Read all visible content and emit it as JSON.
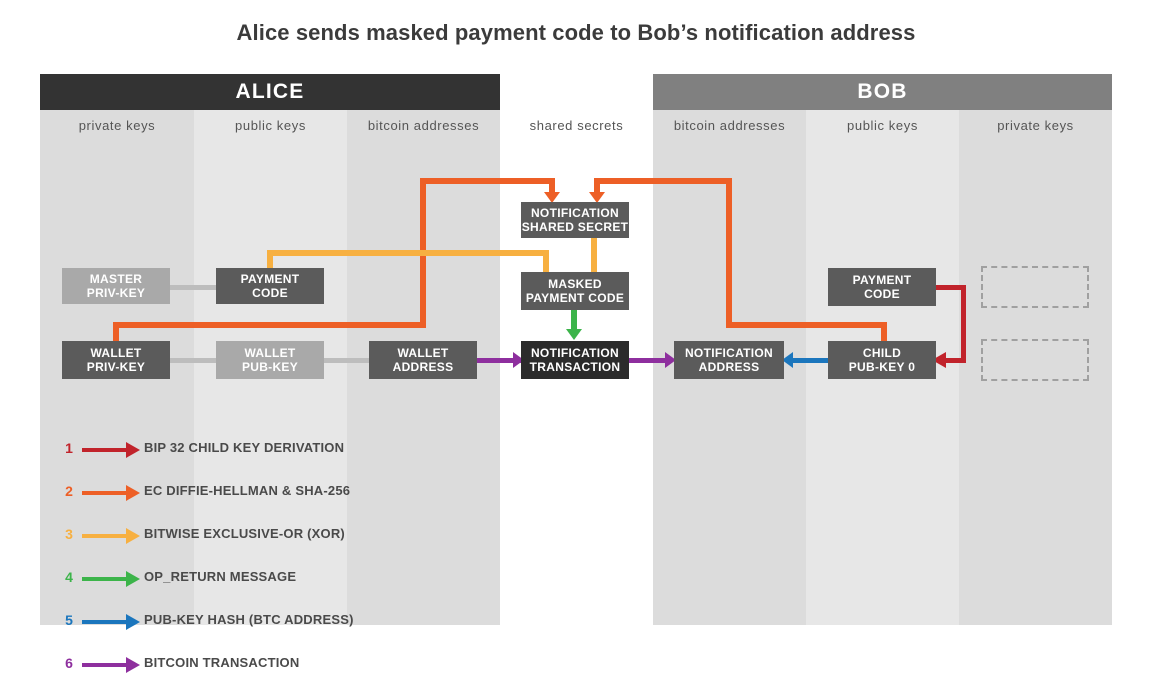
{
  "title": "Alice sends masked payment code to Bob’s notification address",
  "colors": {
    "red": "#c1232b",
    "orange": "#ed5f26",
    "amber": "#f7b041",
    "green": "#3cb44a",
    "blue": "#1b76bd",
    "purple": "#8e2f9e",
    "node_dark": "#5b5b5b",
    "node_light": "#a9a9a9",
    "node_black": "#2b2b2b",
    "band_dark": "#dcdcdc",
    "band_light": "#e7e7e7",
    "header_alice": "#333333",
    "header_bob": "#808080",
    "connector_gray": "#bdbdbd"
  },
  "headers": {
    "alice": "ALICE",
    "bob": "BOB"
  },
  "column_headers": [
    {
      "label": "private keys",
      "owner": "alice"
    },
    {
      "label": "public keys",
      "owner": "alice"
    },
    {
      "label": "bitcoin addresses",
      "owner": "alice"
    },
    {
      "label": "shared secrets",
      "owner": "shared"
    },
    {
      "label": "bitcoin addresses",
      "owner": "bob"
    },
    {
      "label": "public keys",
      "owner": "bob"
    },
    {
      "label": "private keys",
      "owner": "bob"
    }
  ],
  "nodes": [
    {
      "id": "alice-master-priv-key",
      "line1": "MASTER",
      "line2": "PRIV-KEY",
      "style": "light"
    },
    {
      "id": "alice-payment-code",
      "line1": "PAYMENT",
      "line2": "CODE",
      "style": "dark"
    },
    {
      "id": "alice-wallet-priv-key",
      "line1": "WALLET",
      "line2": "PRIV-KEY",
      "style": "dark"
    },
    {
      "id": "alice-wallet-pub-key",
      "line1": "WALLET",
      "line2": "PUB-KEY",
      "style": "light"
    },
    {
      "id": "alice-wallet-address",
      "line1": "WALLET",
      "line2": "ADDRESS",
      "style": "dark"
    },
    {
      "id": "notification-shared-secret",
      "line1": "NOTIFICATION",
      "line2": "SHARED SECRET",
      "style": "dark"
    },
    {
      "id": "masked-payment-code",
      "line1": "MASKED",
      "line2": "PAYMENT CODE",
      "style": "dark"
    },
    {
      "id": "notification-transaction",
      "line1": "NOTIFICATION",
      "line2": "TRANSACTION",
      "style": "black"
    },
    {
      "id": "bob-notification-address",
      "line1": "NOTIFICATION",
      "line2": "ADDRESS",
      "style": "dark"
    },
    {
      "id": "bob-payment-code",
      "line1": "PAYMENT",
      "line2": "CODE",
      "style": "dark"
    },
    {
      "id": "bob-child-pub-key-0",
      "line1": "CHILD",
      "line2": "PUB-KEY  0",
      "style": "dark"
    },
    {
      "id": "bob-priv-key-placeholder-1",
      "line1": "",
      "line2": "",
      "style": "dashed"
    },
    {
      "id": "bob-priv-key-placeholder-2",
      "line1": "",
      "line2": "",
      "style": "dashed"
    }
  ],
  "legend": [
    {
      "num": "1",
      "label": "BIP 32 CHILD KEY DERIVATION",
      "color": "#c1232b"
    },
    {
      "num": "2",
      "label": "EC DIFFIE-HELLMAN & SHA-256",
      "color": "#ed5f26"
    },
    {
      "num": "3",
      "label": "BITWISE EXCLUSIVE-OR (XOR)",
      "color": "#f7b041"
    },
    {
      "num": "4",
      "label": "OP_RETURN MESSAGE",
      "color": "#3cb44a"
    },
    {
      "num": "5",
      "label": "PUB-KEY HASH (BTC ADDRESS)",
      "color": "#1b76bd"
    },
    {
      "num": "6",
      "label": "BITCOIN TRANSACTION",
      "color": "#8e2f9e"
    }
  ]
}
